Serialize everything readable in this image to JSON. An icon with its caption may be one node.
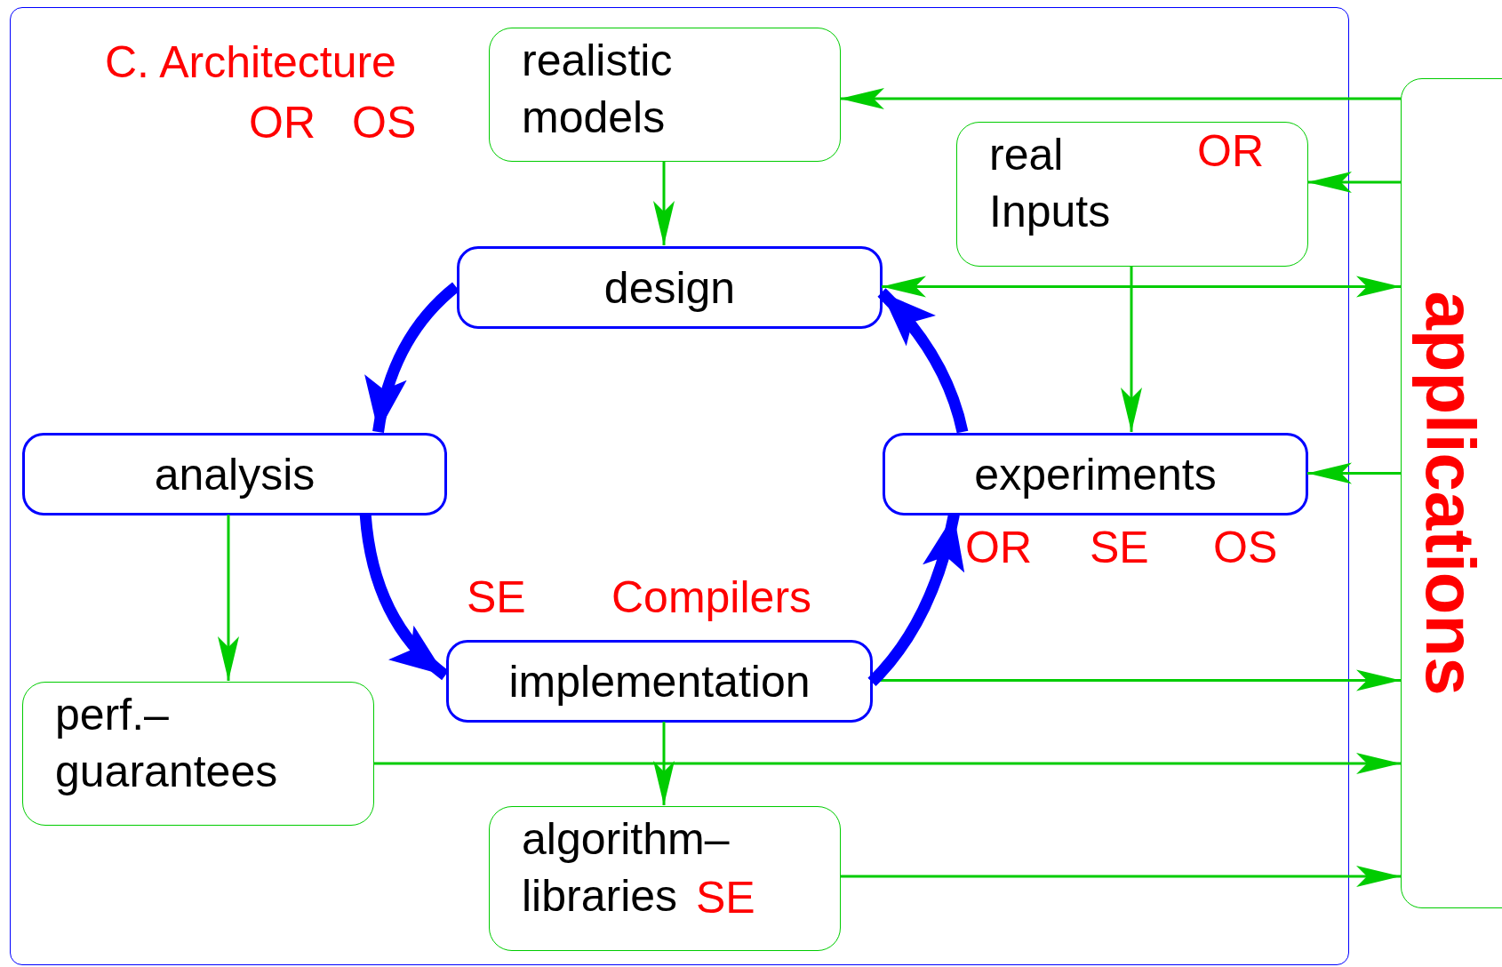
{
  "diagram": {
    "nodes": [
      {
        "text": [],
        "shape": "box"
      },
      {
        "text": [
          "realistic models"
        ],
        "in": 0
      },
      {
        "text": [
          "real Inputs",
          "OR"
        ],
        "in": 0
      },
      {
        "text": [
          "design"
        ],
        "in": 0
      },
      {
        "text": [
          "analysis"
        ],
        "in": 0
      },
      {
        "text": [
          "experiments"
        ],
        "in": 0,
        "beside": [
          "OR",
          "SE",
          "OS"
        ]
      },
      {
        "text": [
          "implementation"
        ],
        "in": 0,
        "beside": [
          "SE",
          "Compilers"
        ]
      },
      {
        "text": [
          "perf.– guarantees"
        ],
        "in": 0
      },
      {
        "text": [
          "algorithm– libraries",
          "SE"
        ],
        "in": 0
      },
      {
        "text": [
          "applications"
        ]
      }
    ],
    "edges": [
      {
        "from": 1,
        "to": 3,
        "arrow": "to"
      },
      {
        "from": 9,
        "to": 1,
        "arrow": "to"
      },
      {
        "from": 9,
        "to": 2,
        "arrow": "to"
      },
      {
        "from": 3,
        "to": 9,
        "arrow": "both"
      },
      {
        "from": 2,
        "to": 5,
        "arrow": "to"
      },
      {
        "from": 9,
        "to": 5,
        "arrow": "to"
      },
      {
        "from": 4,
        "to": 7,
        "arrow": "to"
      },
      {
        "from": 6,
        "to": 9,
        "arrow": "to"
      },
      {
        "from": 7,
        "to": 9,
        "arrow": "to"
      },
      {
        "from": 6,
        "to": 8,
        "arrow": "to"
      },
      {
        "from": 8,
        "to": 9,
        "arrow": "to"
      },
      {
        "from": 3,
        "to": 4,
        "arrow": "to",
        "style": "thick",
        "color": "#0000ff"
      },
      {
        "from": 4,
        "to": 6,
        "arrow": "to",
        "style": "thick",
        "color": "#0000ff"
      },
      {
        "from": 6,
        "to": 5,
        "arrow": "to",
        "style": "thick",
        "color": "#0000ff"
      },
      {
        "from": 5,
        "to": 3,
        "arrow": "to",
        "style": "thick",
        "color": "#0000ff"
      }
    ],
    "labels": [
      "C. Architecture",
      "OR",
      "OS"
    ]
  }
}
